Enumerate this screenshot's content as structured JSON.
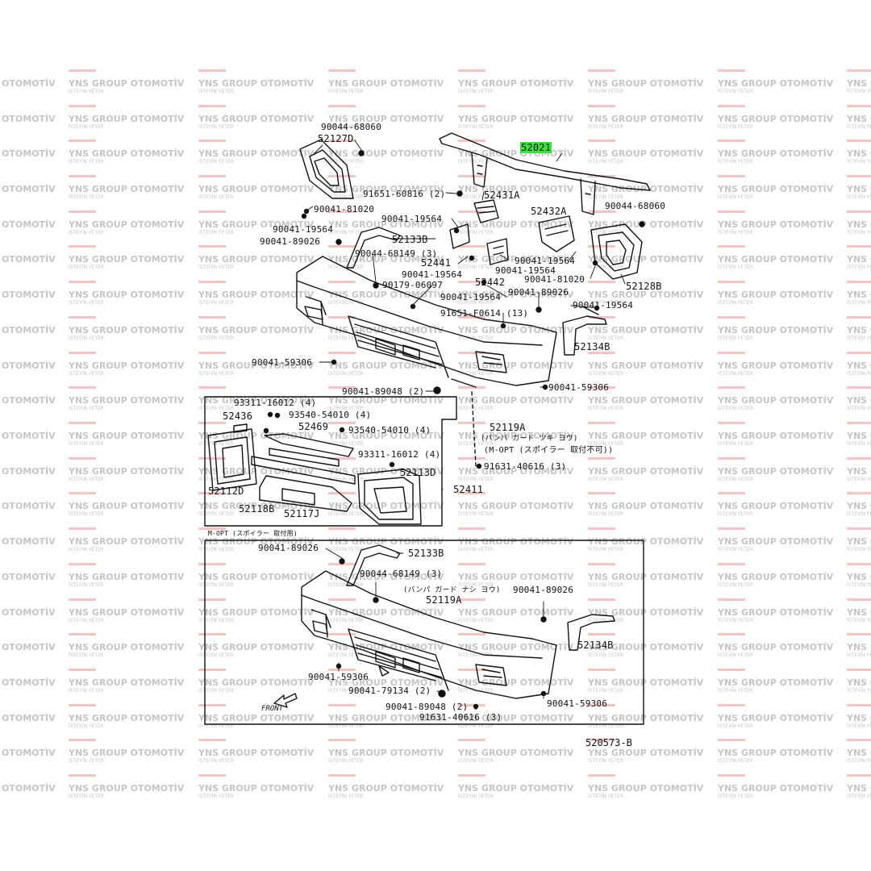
{
  "watermark": {
    "brand": "YNS GROUP OTOMOTİV",
    "fragment": "OTOMOTİV",
    "tagline": "İSTEYİN YETER",
    "bar_color": "#eb7878"
  },
  "diagram": {
    "reference_code": "520573-B",
    "highlight_color": "#39e53a",
    "front_label": "FRONT",
    "mopt_header": "M-OPT (スポイラー 取付用)",
    "upper_labels": {
      "p90044_68060": "90044-68060",
      "p52127D": "52127D",
      "p52021": "52021",
      "p91651_60816": "91651-60816 (2)",
      "p52431A": "52431A",
      "p90041_81020_l": "90041-81020",
      "p90041_19564_a": "90041-19564",
      "p90041_19564_b": "90041-19564",
      "p52432A": "52432A",
      "p90044_68060_r": "90044-68060",
      "p90041_89026_l": "90041-89026",
      "p52133B": "52133B",
      "p90044_68149": "90044-68149 (3)",
      "p52441": "52441",
      "p90041_19564_c": "90041-19564",
      "p90041_19564_d": "90041-19564",
      "p90041_19564_e": "90041-19564",
      "p52442": "52442",
      "p90041_81020_r": "90041-81020",
      "p52128B": "52128B",
      "p90179_06097": "90179-06097",
      "p90041_89026_c": "90041-89026",
      "p90041_19564_f": "90041-19564",
      "p90041_19564_g": "90041-19564",
      "p91651_F0614": "91651-F0614 (13)",
      "p52134B": "52134B",
      "p90041_59306_l": "90041-59306",
      "p90041_89048": "90041-89048 (2)",
      "p90041_59306_r": "90041-59306",
      "p52119A": "52119A",
      "jp_note1": "(バンパ ガード ツキ ヨウ)",
      "jp_note2": "(M-OPT (スポイラー 取付不可))",
      "p91631_40616": "91631-40616 (3)"
    },
    "inset_labels": {
      "p93311_16012_a": "93311-16012 (4)",
      "p52436": "52436",
      "p93540_54010_a": "93540-54010 (4)",
      "p52469": "52469",
      "p93540_54010_b": "93540-54010 (4)",
      "p93311_16012_b": "93311-16012 (4)",
      "p52113D": "52113D",
      "p52112D": "52112D",
      "p52118B": "52118B",
      "p52117J": "52117J",
      "p52411": "52411"
    },
    "lower_labels": {
      "p90041_89026_a": "90041-89026",
      "p52133B": "52133B",
      "p90044_68149": "90044-68149 (3)",
      "jp_note": "(バンパ ガード ナシ ヨウ)",
      "p52119A": "52119A",
      "p90041_89026_b": "90041-89026",
      "p52134B": "52134B",
      "p90041_59306_a": "90041-59306",
      "p90041_79134": "90041-79134 (2)",
      "p90041_89048": "90041-89048 (2)",
      "p90041_59306_b": "90041-59306",
      "p91631_40616": "91631-40616 (3)"
    }
  }
}
